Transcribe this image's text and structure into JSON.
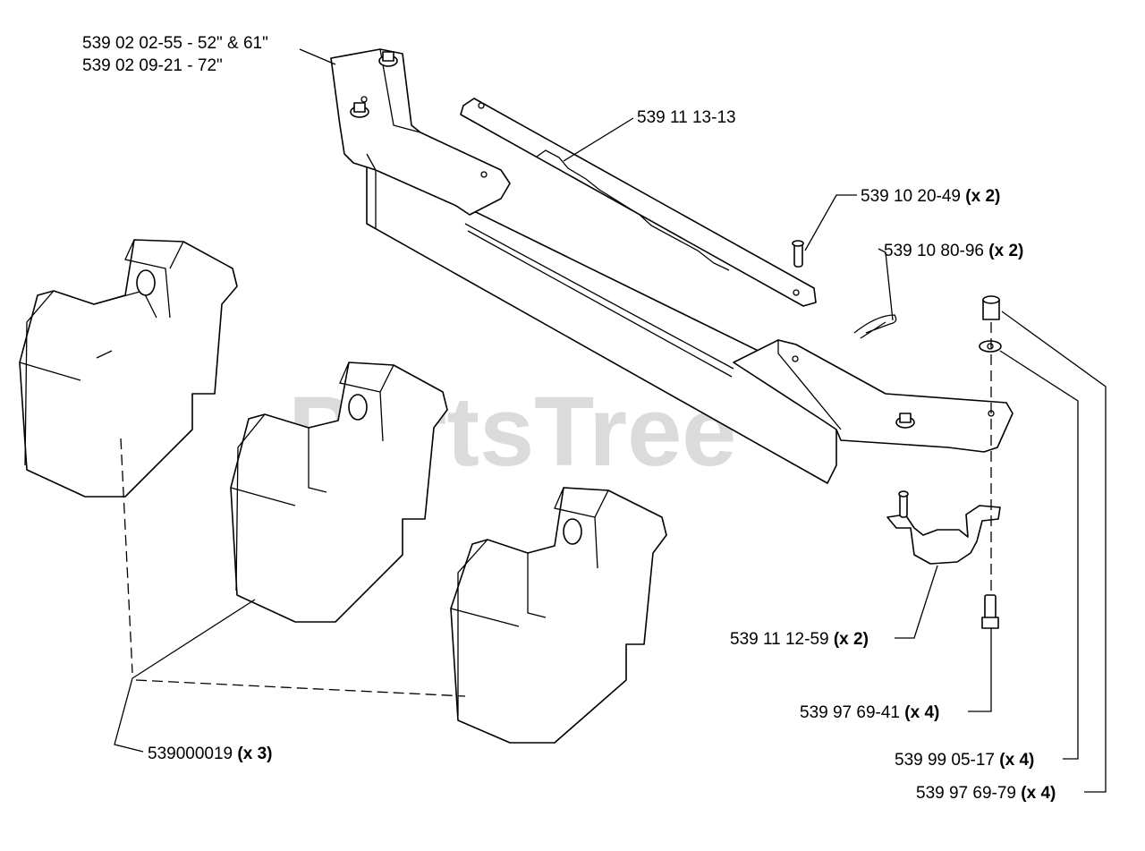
{
  "watermark": {
    "text": "PartsTree",
    "trademark": "™"
  },
  "labels": [
    {
      "id": "bracket-52-61",
      "part": "539 02 02-55 - 52\" & 61\"",
      "qty": ""
    },
    {
      "id": "bracket-72",
      "part": "539 02 09-21 - 72\"",
      "qty": ""
    },
    {
      "id": "weight-bar",
      "part": "539 11 13-13",
      "qty": ""
    },
    {
      "id": "pin",
      "part": "539 10 20-49",
      "qty": "(x 2)"
    },
    {
      "id": "hair-clip",
      "part": "539 10 80-96",
      "qty": "(x 2)"
    },
    {
      "id": "support-bracket",
      "part": "539 11 12-59",
      "qty": "(x 2)"
    },
    {
      "id": "bolt",
      "part": "539 97 69-41",
      "qty": "(x 4)"
    },
    {
      "id": "washer",
      "part": "539 99 05-17",
      "qty": "(x 4)"
    },
    {
      "id": "nut",
      "part": "539 97 69-79",
      "qty": "(x 4)"
    },
    {
      "id": "weight",
      "part": "539000019",
      "qty": "(x 3)"
    }
  ]
}
